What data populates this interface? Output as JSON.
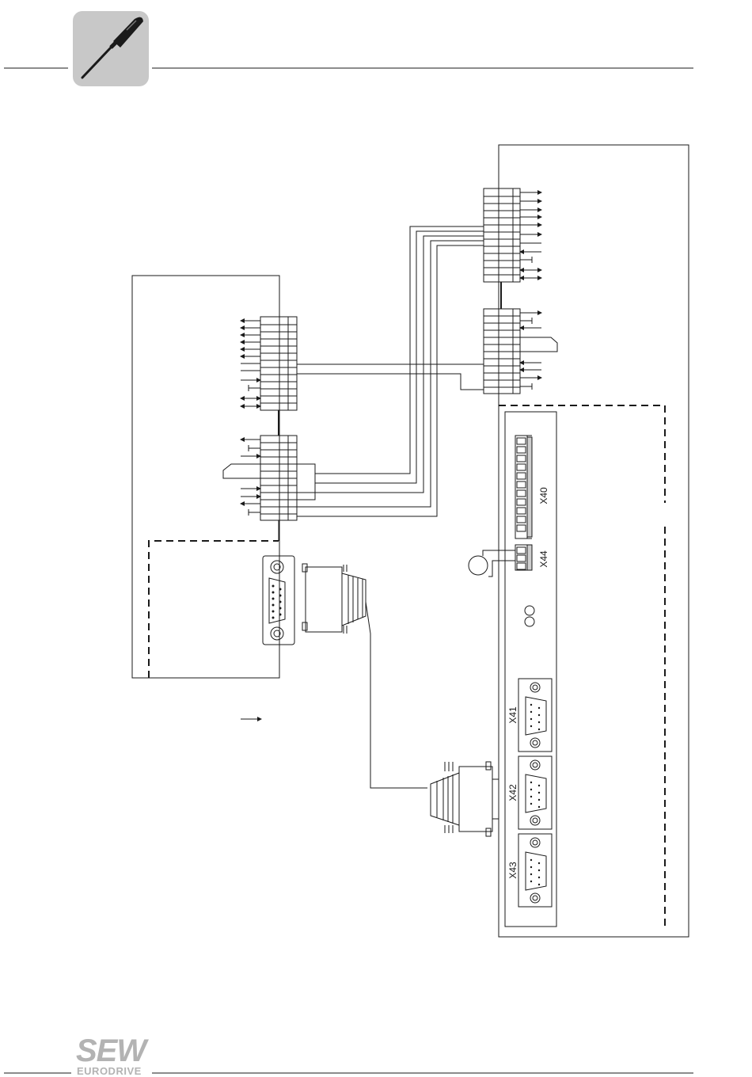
{
  "header": {
    "icon": "screwdriver-icon"
  },
  "diagram": {
    "connectors": [
      {
        "id": "x40",
        "label": "X40"
      },
      {
        "id": "x44",
        "label": "X44"
      },
      {
        "id": "x41",
        "label": "X41"
      },
      {
        "id": "x42",
        "label": "X42"
      },
      {
        "id": "x43",
        "label": "X43"
      }
    ]
  },
  "footer": {
    "logo_main": "SEW",
    "logo_sub": "EURODRIVE"
  },
  "colors": {
    "line": "#1a1a1a",
    "icon_bg": "#c8c8c8",
    "logo": "#b3b3b3"
  }
}
